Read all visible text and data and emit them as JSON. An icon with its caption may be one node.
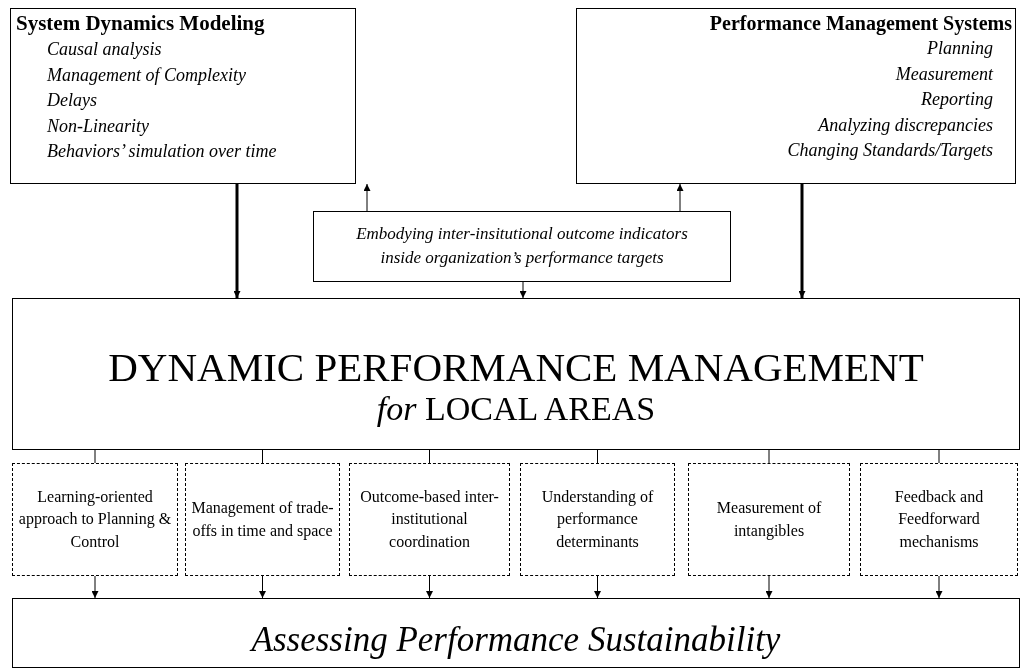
{
  "diagram": {
    "nodes": [
      {
        "text": [
          "System Dynamics Modeling",
          "Causal analysis",
          "Management of Complexity",
          "Delays",
          "Non-Linearity",
          "Behaviors’ simulation over time"
        ]
      },
      {
        "text": [
          "Performance Management Systems",
          "Planning",
          "Measurement",
          "Reporting",
          "Analyzing discrepancies",
          "Changing Standards/Targets"
        ]
      },
      {
        "text": [
          "Embodying inter-insitutional outcome indicators inside organization’s performance targets"
        ]
      },
      {
        "text": [
          "DYNAMIC PERFORMANCE MANAGEMENT",
          "*for* LOCAL AREAS"
        ]
      },
      {
        "text": [
          "Learning-oriented approach to Planning & Control"
        ]
      },
      {
        "text": [
          "Management of trade-offs in time and space"
        ]
      },
      {
        "text": [
          "Outcome-based inter-institutional coordination"
        ]
      },
      {
        "text": [
          "Understanding of performance determinants"
        ]
      },
      {
        "text": [
          "Measurement of intangibles"
        ]
      },
      {
        "text": [
          "Feedback and Feedforward mechanisms"
        ]
      },
      {
        "text": [
          "Assessing Performance Sustainability"
        ]
      }
    ],
    "edges": [
      {
        "from": 0,
        "to": 3,
        "arrow": "to",
        "style": "thick"
      },
      {
        "from": 1,
        "to": 3,
        "arrow": "to",
        "style": "thick"
      },
      {
        "from": 2,
        "to": 0,
        "arrow": "to"
      },
      {
        "from": 2,
        "to": 1,
        "arrow": "to"
      },
      {
        "from": 2,
        "to": 3,
        "arrow": "to"
      },
      {
        "from": 3,
        "to": 4,
        "arrow": "none"
      },
      {
        "from": 3,
        "to": 5,
        "arrow": "none"
      },
      {
        "from": 3,
        "to": 6,
        "arrow": "none"
      },
      {
        "from": 3,
        "to": 7,
        "arrow": "none"
      },
      {
        "from": 3,
        "to": 8,
        "arrow": "none"
      },
      {
        "from": 3,
        "to": 9,
        "arrow": "none"
      },
      {
        "from": 4,
        "to": 10,
        "arrow": "to"
      },
      {
        "from": 5,
        "to": 10,
        "arrow": "to"
      },
      {
        "from": 6,
        "to": 10,
        "arrow": "to"
      },
      {
        "from": 7,
        "to": 10,
        "arrow": "to"
      },
      {
        "from": 8,
        "to": 10,
        "arrow": "to"
      },
      {
        "from": 9,
        "to": 10,
        "arrow": "to"
      }
    ]
  }
}
